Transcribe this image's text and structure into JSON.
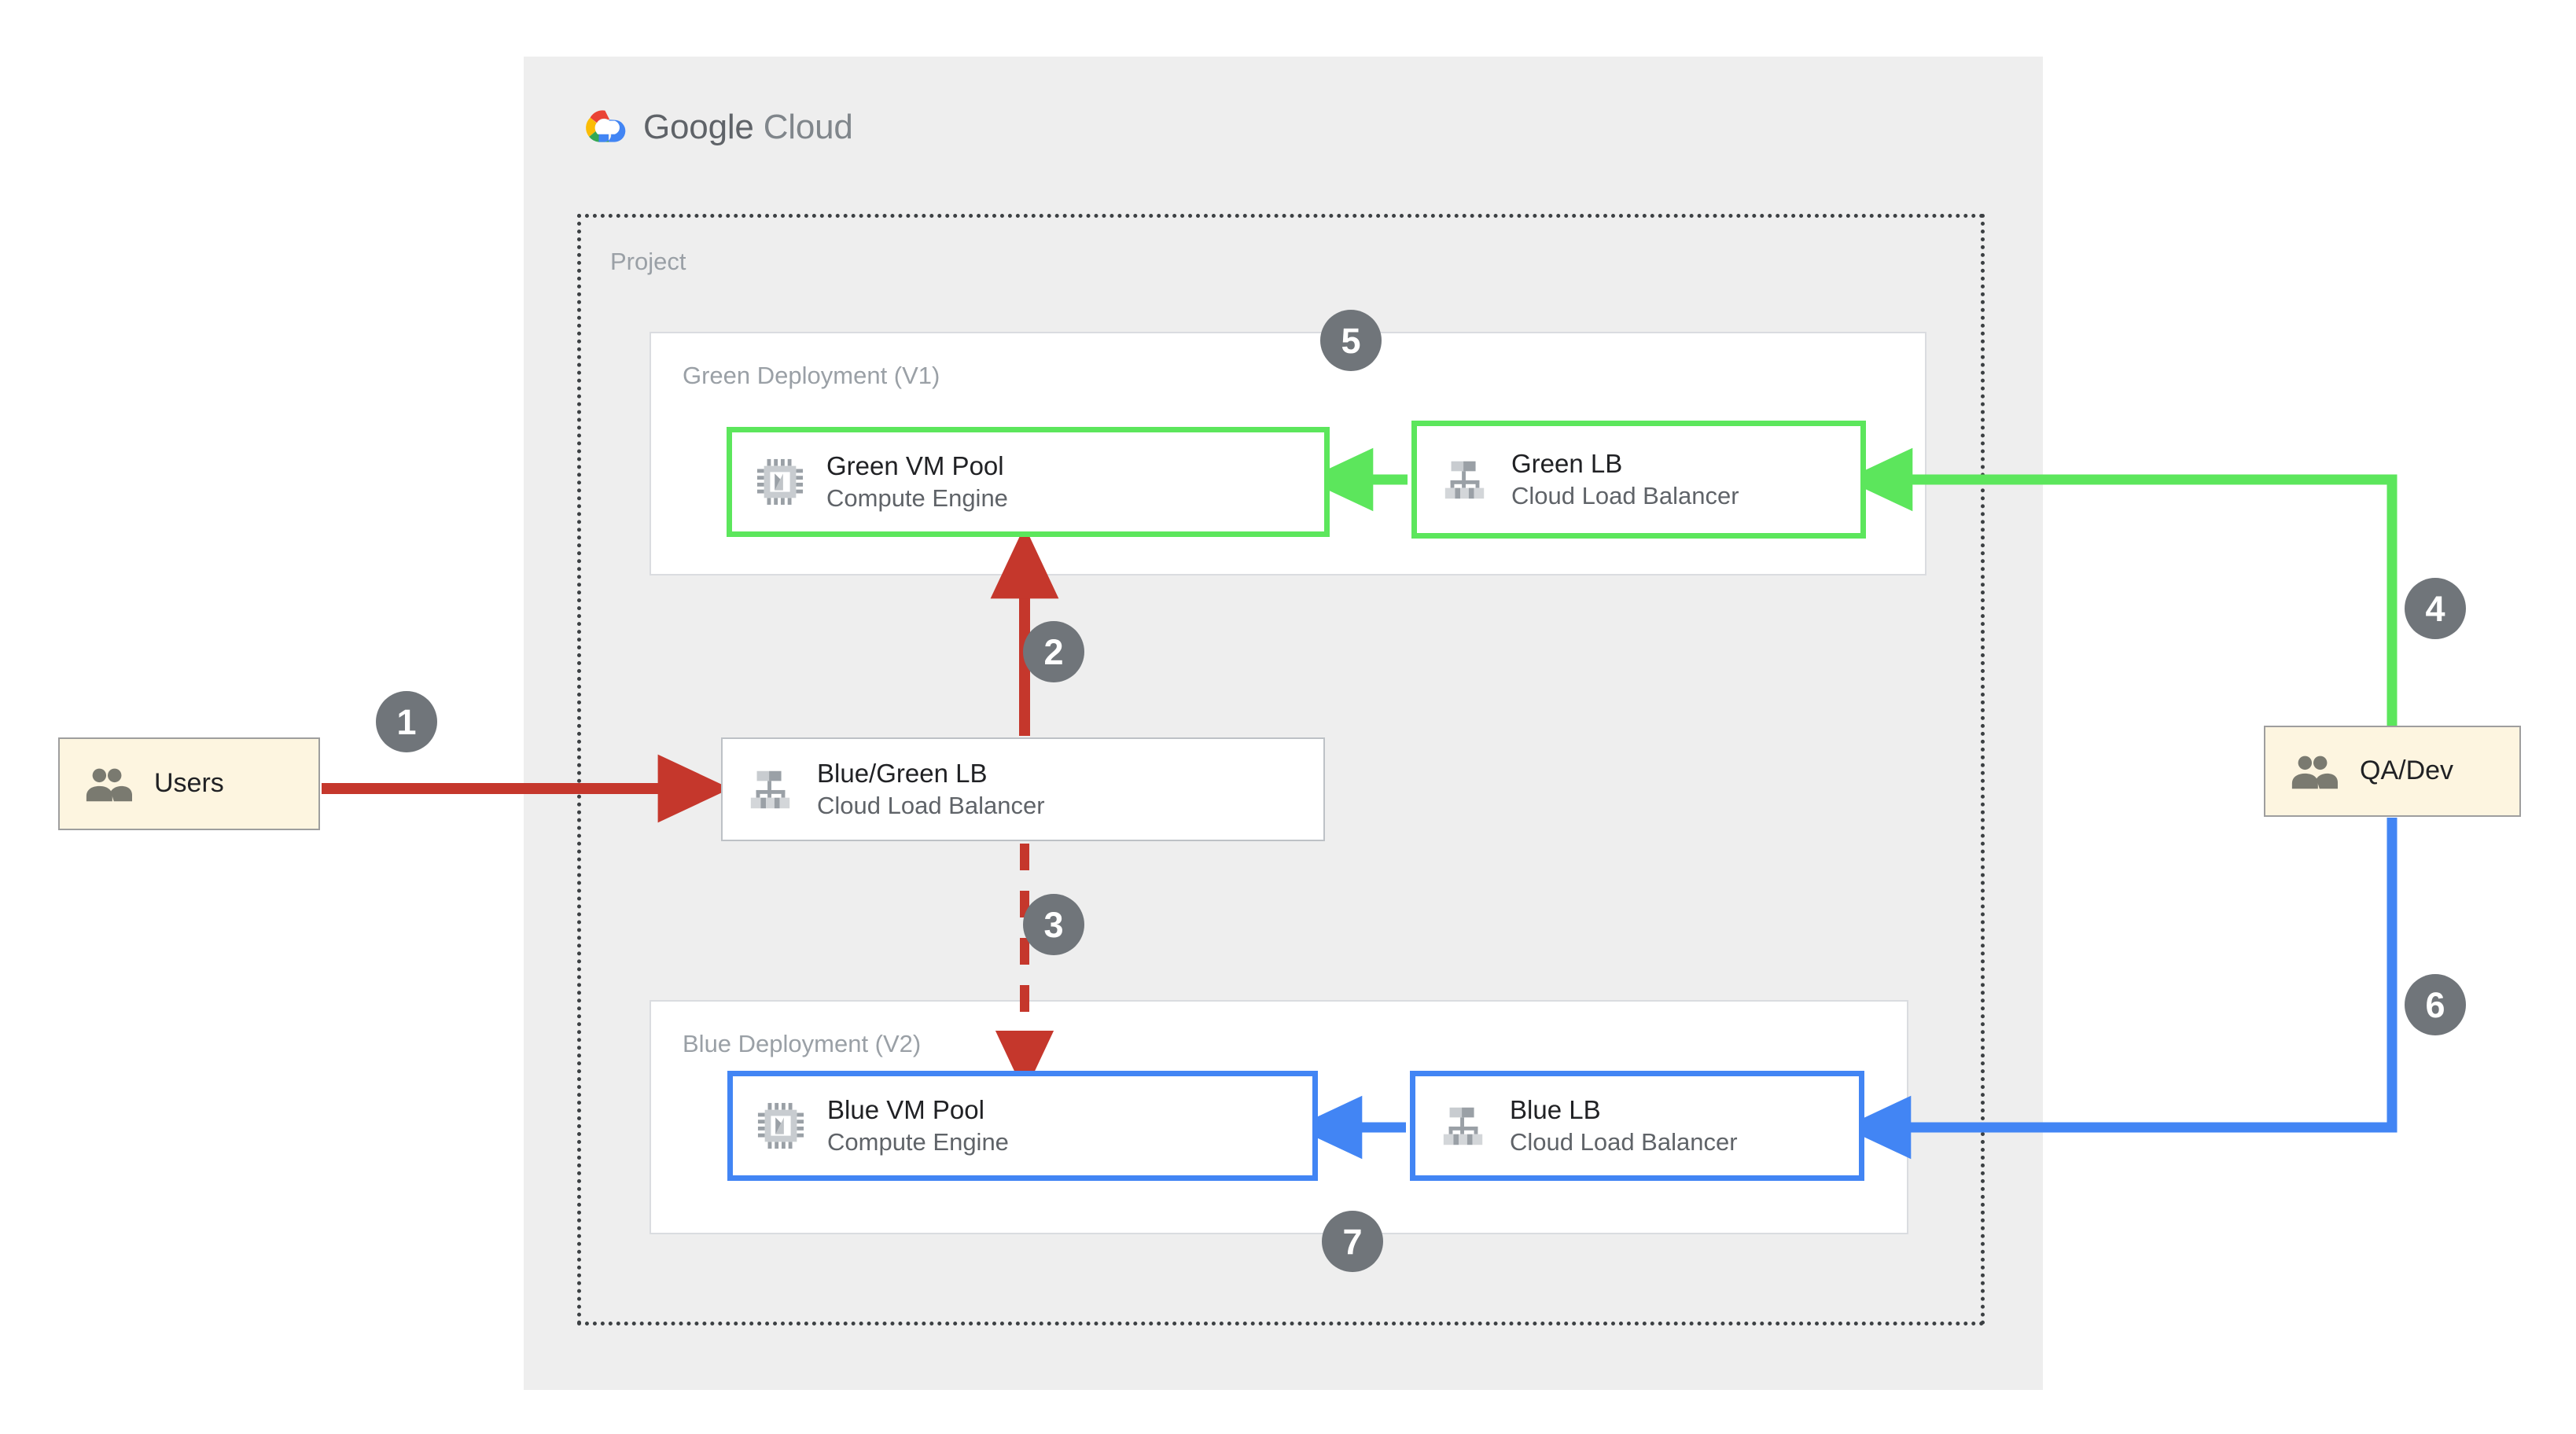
{
  "brand": {
    "logo_icon": "google-cloud-logo",
    "name_primary": "Google",
    "name_secondary": "Cloud"
  },
  "project": {
    "label": "Project"
  },
  "deployments": [
    {
      "id": "green",
      "title": "Green Deployment (V1)",
      "accent_color": "#5ce65c"
    },
    {
      "id": "blue",
      "title": "Blue Deployment (V2)",
      "accent_color": "#4285f4"
    }
  ],
  "nodes": {
    "users": {
      "title": "Users",
      "icon": "people-icon",
      "fill": "#fdf5e0",
      "border": "#9e9e9e"
    },
    "qadev": {
      "title": "QA/Dev",
      "icon": "people-icon",
      "fill": "#fdf5e0",
      "border": "#9e9e9e"
    },
    "green_vm_pool": {
      "title": "Green VM Pool",
      "subtitle": "Compute Engine",
      "icon": "compute-engine-icon",
      "border": "#5ce65c"
    },
    "green_lb": {
      "title": "Green LB",
      "subtitle": "Cloud Load Balancer",
      "icon": "cloud-load-balancer-icon",
      "border": "#5ce65c"
    },
    "bluegreen_lb": {
      "title": "Blue/Green LB",
      "subtitle": "Cloud Load Balancer",
      "icon": "cloud-load-balancer-icon",
      "border": "#bdc1c6"
    },
    "blue_vm_pool": {
      "title": "Blue VM Pool",
      "subtitle": "Compute Engine",
      "icon": "compute-engine-icon",
      "border": "#4285f4"
    },
    "blue_lb": {
      "title": "Blue LB",
      "subtitle": "Cloud Load Balancer",
      "icon": "cloud-load-balancer-icon",
      "border": "#4285f4"
    }
  },
  "steps": [
    {
      "number": "1",
      "color": "#70757a"
    },
    {
      "number": "2",
      "color": "#70757a"
    },
    {
      "number": "3",
      "color": "#70757a"
    },
    {
      "number": "4",
      "color": "#70757a"
    },
    {
      "number": "5",
      "color": "#70757a"
    },
    {
      "number": "6",
      "color": "#70757a"
    },
    {
      "number": "7",
      "color": "#70757a"
    }
  ],
  "flows": {
    "red": "#c5372c",
    "green": "#5ce65c",
    "blue": "#4285f4"
  }
}
